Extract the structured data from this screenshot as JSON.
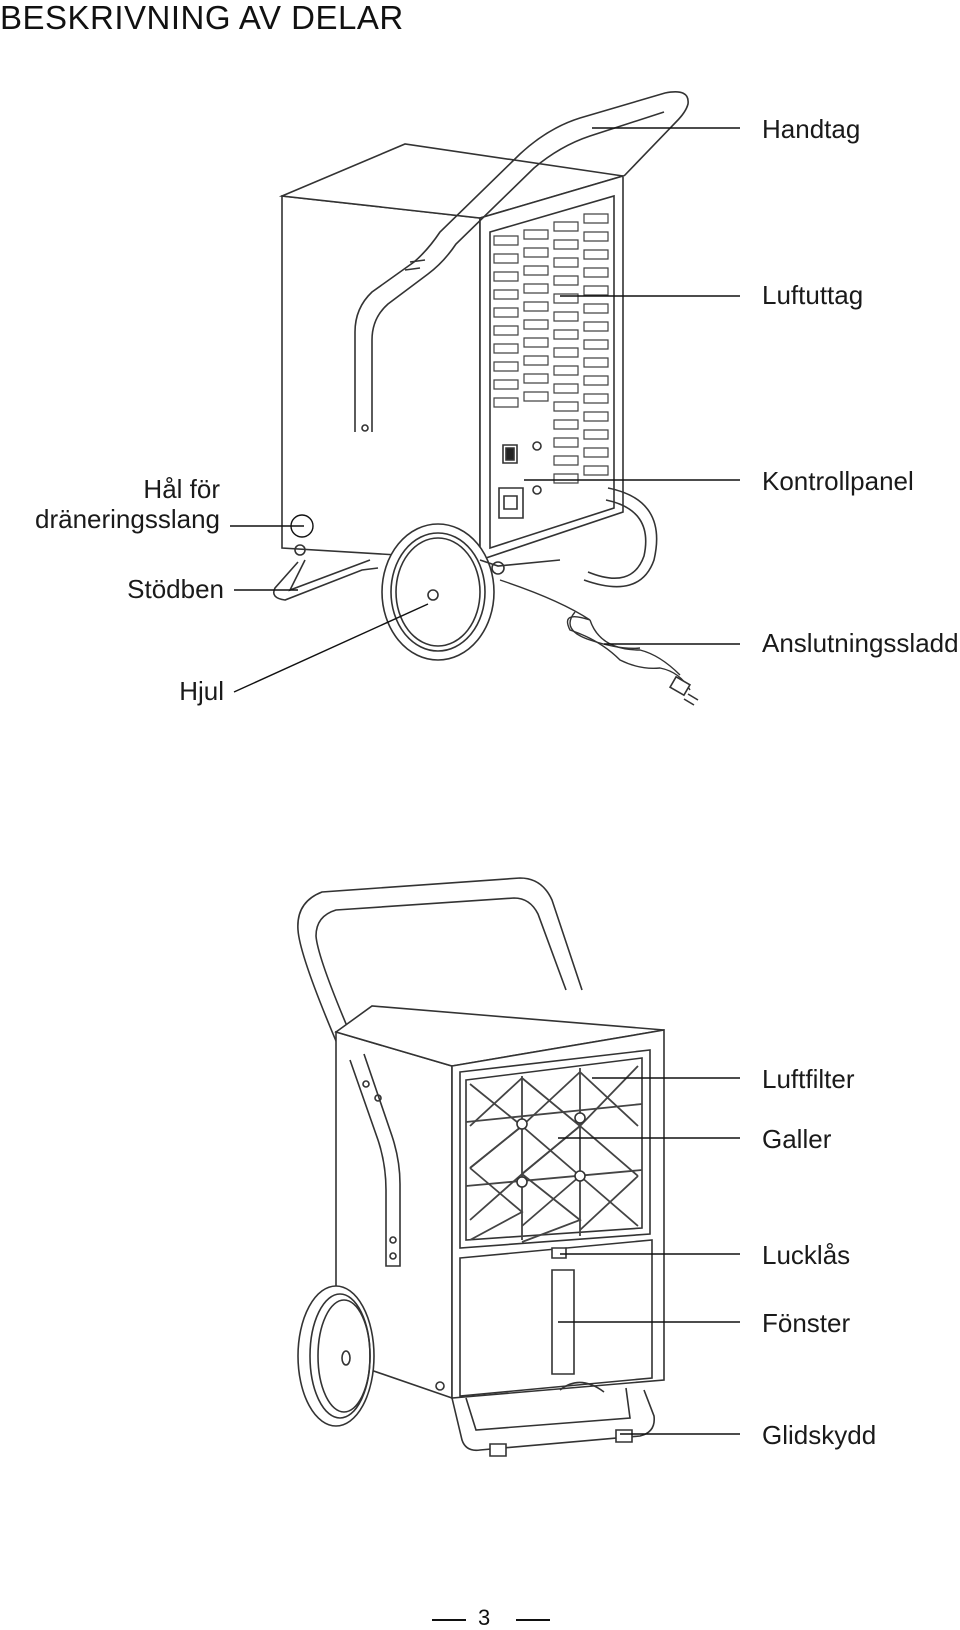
{
  "page": {
    "title": "BESKRIVNING AV DELAR",
    "page_number": "3"
  },
  "figure_top": {
    "labels": {
      "handle": "Handtag",
      "air_outlet": "Luftuttag",
      "drain_hole_line1": "Hål för",
      "drain_hole_line2": "dräneringsslang",
      "control_panel": "Kontrollpanel",
      "support_leg": "Stödben",
      "power_cord": "Anslutningssladd",
      "wheel": "Hjul"
    }
  },
  "figure_bottom": {
    "labels": {
      "air_filter": "Luftfilter",
      "grille": "Galler",
      "cover_lock": "Lucklås",
      "window": "Fönster",
      "glide_guard": "Glidskydd"
    }
  }
}
